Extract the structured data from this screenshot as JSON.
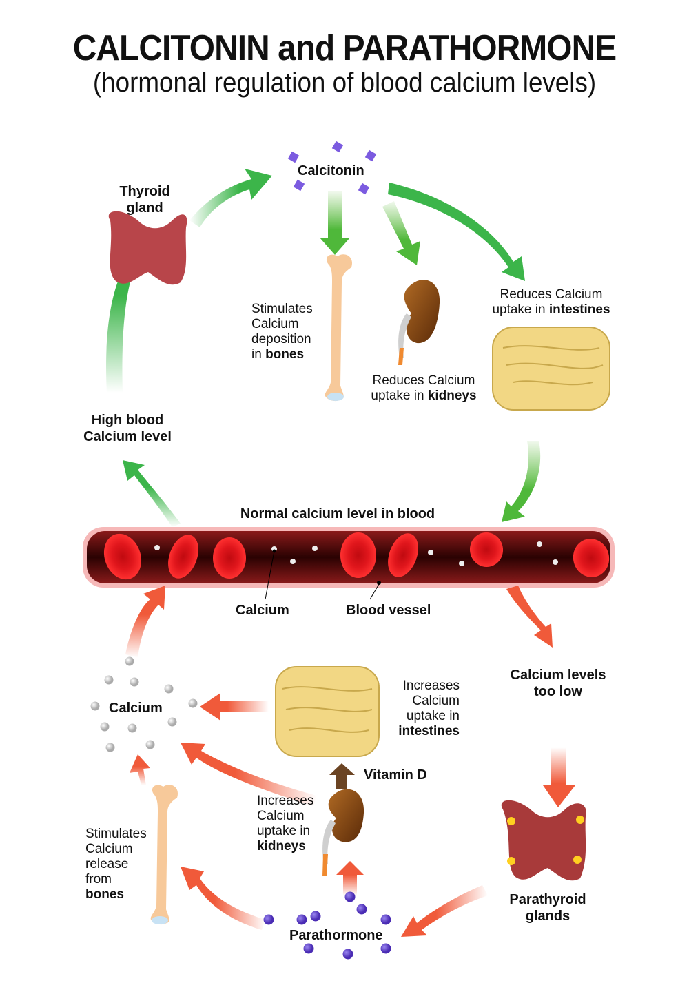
{
  "title": "CALCITONIN and PARATHORMONE",
  "subtitle": "(hormonal regulation of blood calcium levels)",
  "colors": {
    "green_arrow": "#3cb54a",
    "red_arrow": "#f05a3a",
    "thyroid": "#b8454a",
    "blood_vessel": "#5a0a0a",
    "blood_cell": "#e0161c",
    "calcitonin": "#7b5be0",
    "parathormone": "#5b3cc4",
    "bone": "#f7c99a",
    "kidney": "#8a4a14",
    "intestine": "#f2d784",
    "vitamin_d_arrow": "#6b4423"
  },
  "top_cycle": {
    "thyroid_label": [
      "Thyroid",
      "gland"
    ],
    "calcitonin_label": "Calcitonin",
    "bones_label": {
      "lines": [
        "Stimulates",
        "Calcium",
        "deposition"
      ],
      "last_prefix": "in ",
      "last_bold": "bones"
    },
    "kidneys_label": {
      "line1": "Reduces Calcium",
      "prefix": "uptake in ",
      "bold": "kidneys"
    },
    "intestines_label": {
      "line1": "Reduces Calcium",
      "prefix": "uptake in ",
      "bold": "intestines"
    },
    "high_label": [
      "High blood",
      "Calcium level"
    ]
  },
  "blood_vessel": {
    "title": "Normal calcium level in blood",
    "calcium_pointer": "Calcium",
    "vessel_pointer": "Blood vessel"
  },
  "bottom_cycle": {
    "low_label": [
      "Calcium levels",
      "too low"
    ],
    "parathyroid_label": [
      "Parathyroid",
      "glands"
    ],
    "parathormone_label": "Parathormone",
    "calcium_label": "Calcium",
    "vitamin_d_label": "Vitamin D",
    "intestines_label": {
      "lines": [
        "Increases",
        "Calcium",
        "uptake in"
      ],
      "bold": "intestines"
    },
    "kidneys_label": {
      "lines": [
        "Increases",
        "Calcium",
        "uptake in"
      ],
      "bold": "kidneys"
    },
    "bones_label": {
      "lines": [
        "Stimulates",
        "Calcium",
        "release",
        "from"
      ],
      "bold": "bones"
    }
  }
}
